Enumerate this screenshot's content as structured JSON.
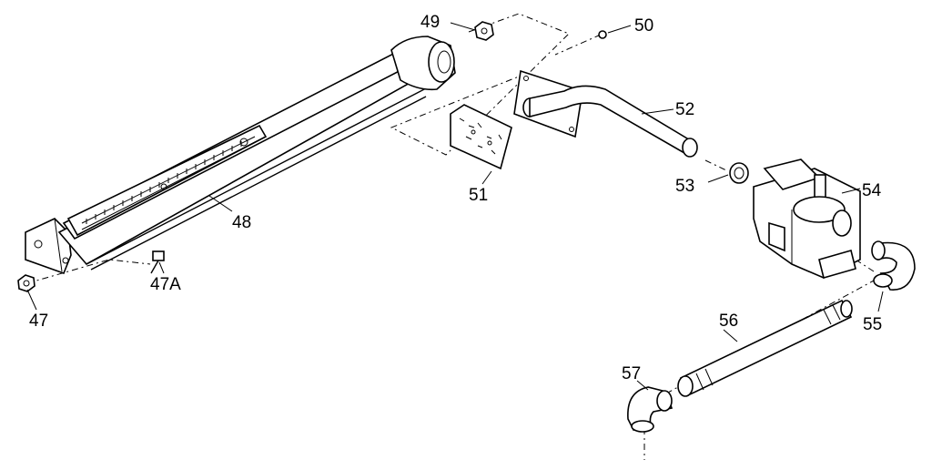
{
  "labels": {
    "l47": "47",
    "l47a": "47A",
    "l48": "48",
    "l49": "49",
    "l50": "50",
    "l51": "51",
    "l52": "52",
    "l53": "53",
    "l54": "54",
    "l55": "55",
    "l56": "56",
    "l57": "57"
  }
}
